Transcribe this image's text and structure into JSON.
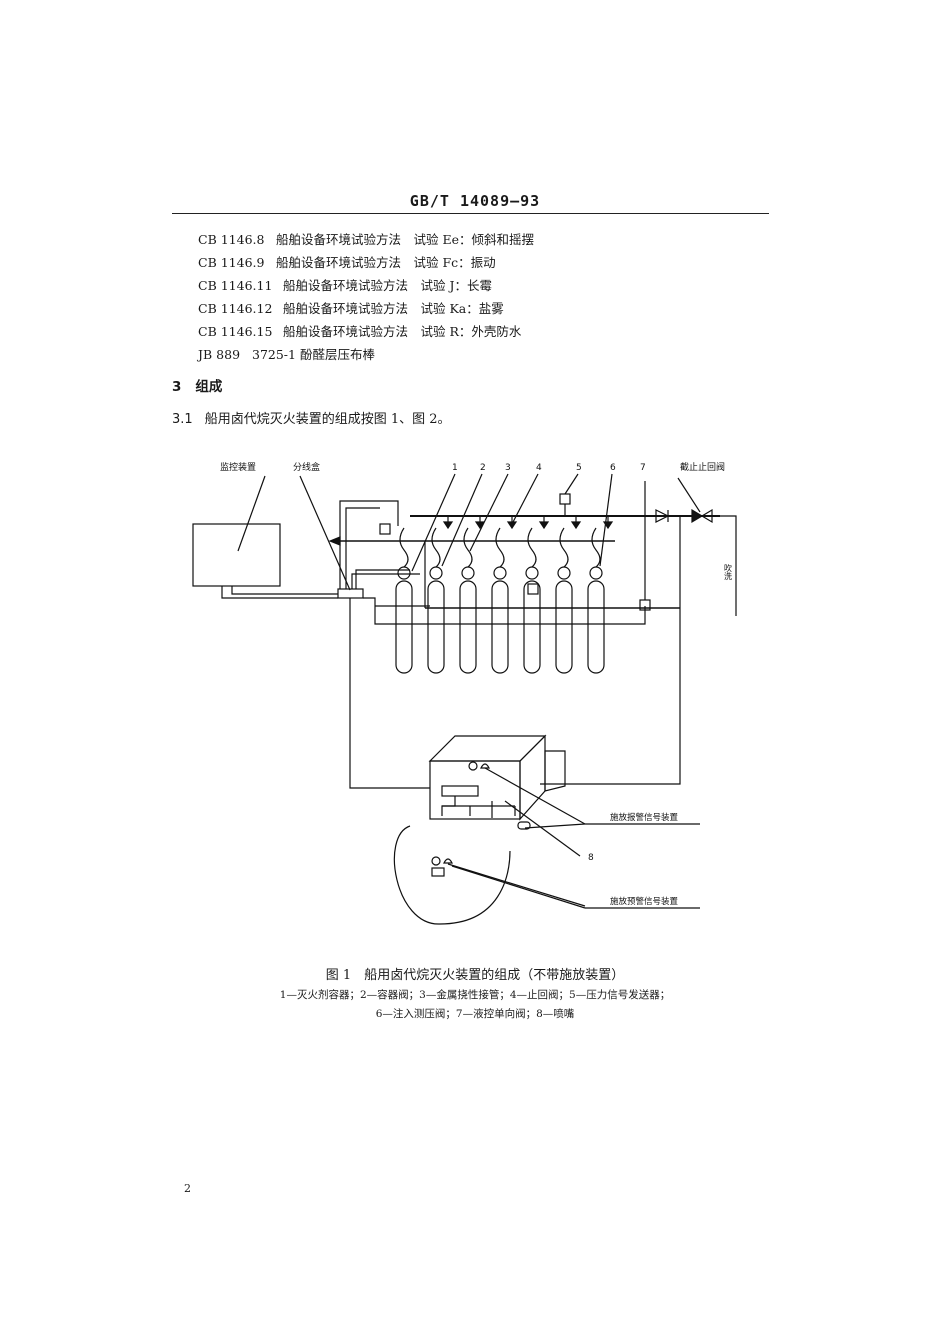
{
  "header": {
    "title": "GB/T  14089—93"
  },
  "references": [
    {
      "code": "CB 1146.8",
      "text": "船舶设备环境试验方法　试验 Ee：倾斜和摇摆"
    },
    {
      "code": "CB 1146.9",
      "text": "船舶设备环境试验方法　试验 Fc：振动"
    },
    {
      "code": "CB 1146.11",
      "text": "船舶设备环境试验方法　试验 J：长霉"
    },
    {
      "code": "CB 1146.12",
      "text": "船舶设备环境试验方法　试验 Ka：盐雾"
    },
    {
      "code": "CB 1146.15",
      "text": "船舶设备环境试验方法　试验 R：外壳防水"
    },
    {
      "code": "JB 889",
      "text": "3725-1 酚醛层压布棒"
    }
  ],
  "section": {
    "number": "3",
    "title": "组成"
  },
  "clause": {
    "number": "3.1",
    "text": "船用卤代烷灭火装置的组成按图 1、图 2。"
  },
  "figure": {
    "labels": {
      "monitor": "监控装置",
      "junction_box": "分线盒",
      "cutoff_check_valve": "截止止回阀",
      "blow_wash": "吹洗",
      "release_alarm": "施放报警信号装置",
      "pre_alarm": "施放预警信号装置"
    },
    "callouts": [
      "1",
      "2",
      "3",
      "4",
      "5",
      "6",
      "7",
      "8"
    ],
    "caption": "图 1　船用卤代烷灭火装置的组成（不带施放装置）",
    "legend_line1": "1—灭火剂容器；2—容器阀；3—金属挠性接管；4—止回阀；5—压力信号发送器；",
    "legend_line2": "6—注入测压阀；7—液控单向阀；8—喷嘴"
  },
  "page_number": "2"
}
